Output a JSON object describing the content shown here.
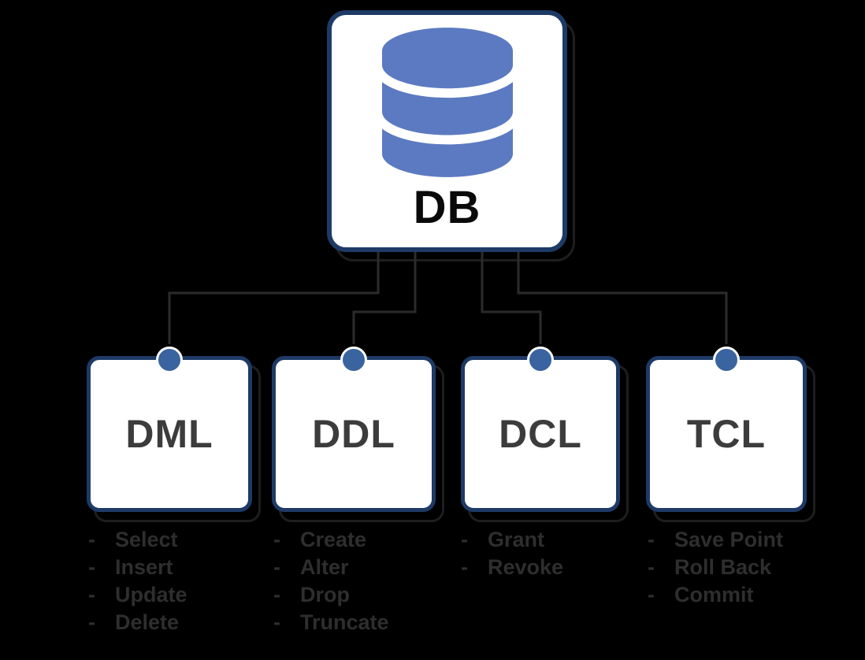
{
  "diagram": {
    "bullet": "-",
    "root": {
      "label": "DB",
      "icon": "database-icon"
    },
    "children": [
      {
        "id": "dml",
        "label": "DML",
        "items": [
          "Select",
          "Insert",
          "Update",
          "Delete"
        ]
      },
      {
        "id": "ddl",
        "label": "DDL",
        "items": [
          "Create",
          "Alter",
          "Drop",
          "Truncate"
        ]
      },
      {
        "id": "dcl",
        "label": "DCL",
        "items": [
          "Grant",
          "Revoke"
        ]
      },
      {
        "id": "tcl",
        "label": "TCL",
        "items": [
          "Save Point",
          "Roll Back",
          "Commit"
        ]
      }
    ],
    "colors": {
      "background": "#000000",
      "box_border": "#1e3a66",
      "box_fill": "#ffffff",
      "icon_blue": "#5b7ac1",
      "connector_dot": "#3a64a0",
      "connector_line": "#2b2b2b",
      "label_text": "#3c3c3c",
      "list_text": "#2e2e2e",
      "root_label_text": "#0a0a0a",
      "shadow_ring": "#1e1e1e"
    }
  }
}
